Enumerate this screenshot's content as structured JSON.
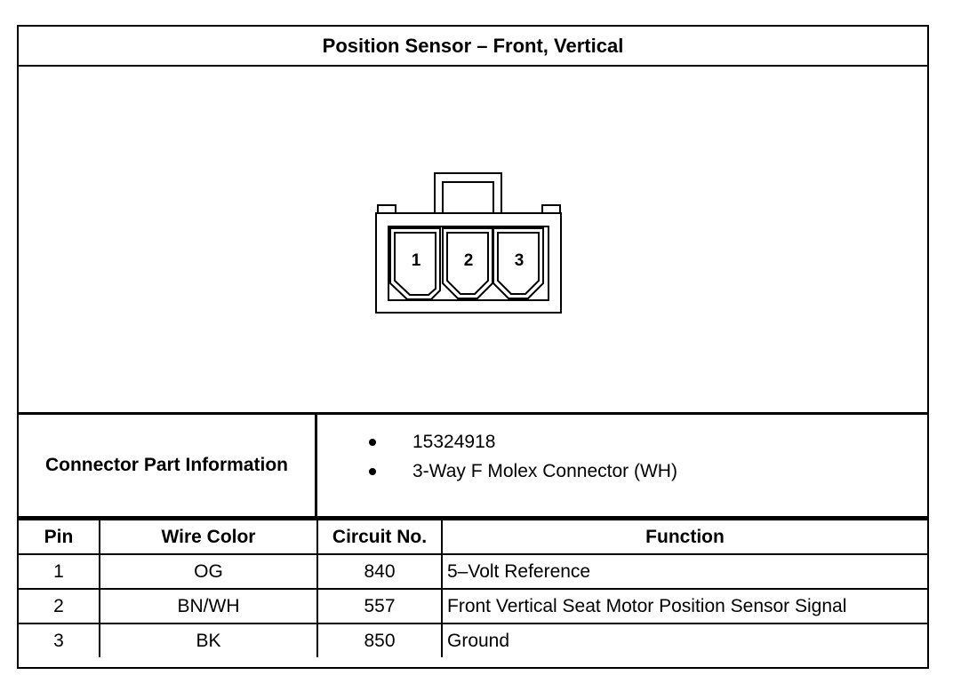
{
  "title": "Position Sensor – Front, Vertical",
  "connector": {
    "pins": [
      "1",
      "2",
      "3"
    ]
  },
  "part_info": {
    "label": "Connector Part Information",
    "items": [
      "15324918",
      "3-Way F Molex Connector (WH)"
    ]
  },
  "table": {
    "headers": {
      "pin": "Pin",
      "wire_color": "Wire Color",
      "circuit": "Circuit No.",
      "function": "Function"
    },
    "rows": [
      {
        "pin": "1",
        "wire_color": "OG",
        "circuit": "840",
        "function": "5–Volt Reference"
      },
      {
        "pin": "2",
        "wire_color": "BN/WH",
        "circuit": "557",
        "function": "Front Vertical Seat Motor Position Sensor Signal"
      },
      {
        "pin": "3",
        "wire_color": "BK",
        "circuit": "850",
        "function": "Ground"
      }
    ]
  }
}
